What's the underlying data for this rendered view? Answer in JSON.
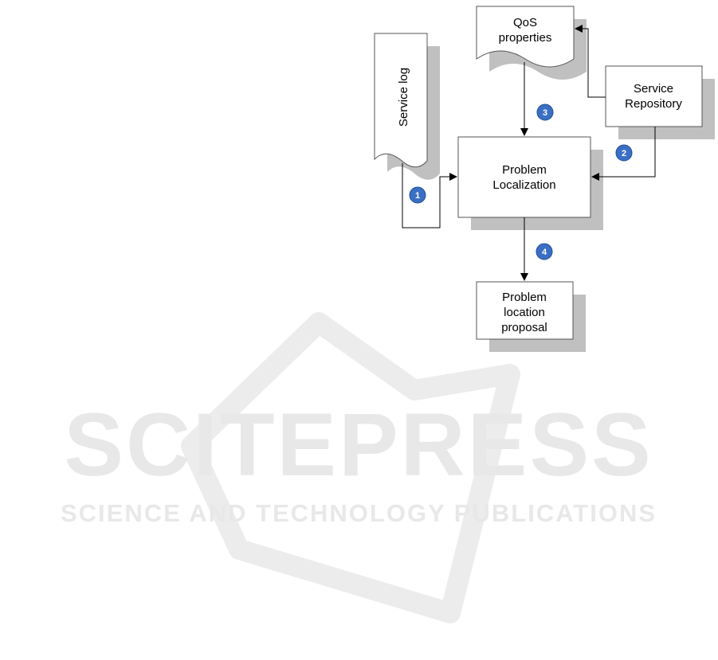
{
  "nodes": {
    "service_log": "Service log",
    "qos_line1": "QoS",
    "qos_line2": "properties",
    "repo_line1": "Service",
    "repo_line2": "Repository",
    "problem_line1": "Problem",
    "problem_line2": "Localization",
    "proposal_line1": "Problem",
    "proposal_line2": "location",
    "proposal_line3": "proposal"
  },
  "badges": {
    "b1": "1",
    "b2": "2",
    "b3": "3",
    "b4": "4"
  },
  "watermark": {
    "main": "SCITEPRESS",
    "sub": "SCIENCE AND TECHNOLOGY PUBLICATIONS"
  },
  "colors": {
    "shadow": "#c0c0c0",
    "badge": "#3a6fc4",
    "watermark": "#e8e8e8"
  }
}
